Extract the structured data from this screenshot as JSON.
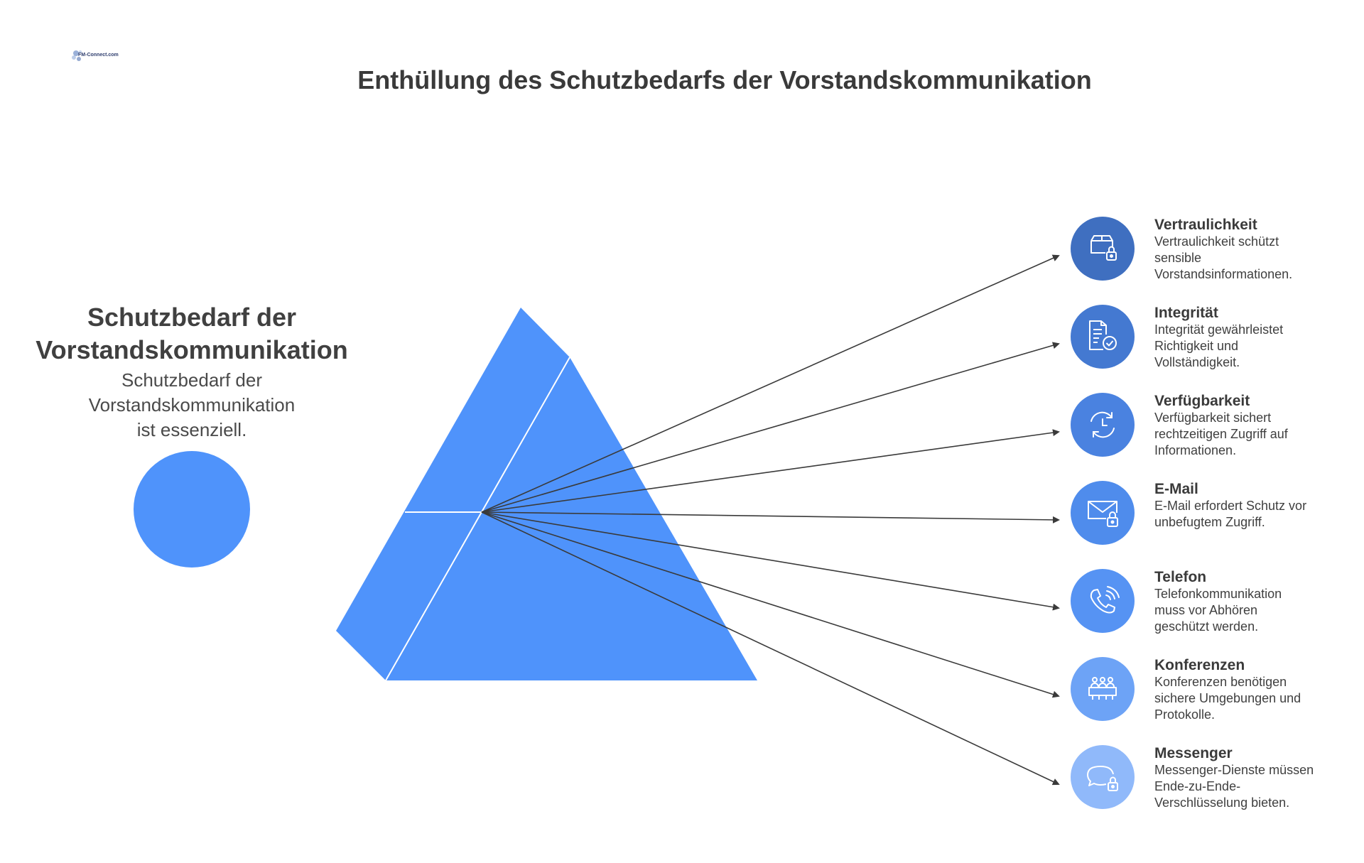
{
  "header": {
    "title": "Enthüllung des Schutzbedarfs der Vorstandskommunikation",
    "logo_text": "FM-Connect.com"
  },
  "left": {
    "heading_line1": "Schutzbedarf der",
    "heading_line2": "Vorstandskommunikation",
    "desc_line1": "Schutzbedarf der",
    "desc_line2": "Vorstandskommunikation",
    "desc_line3": "ist essenziell."
  },
  "colors": {
    "prism": "#4f93fb",
    "source_circle": "#4f93fb"
  },
  "items": [
    {
      "title": "Vertraulichkeit",
      "desc": [
        "Vertraulichkeit schützt",
        "sensible",
        "Vorstandsinformationen."
      ],
      "icon": "package-lock-icon",
      "color": "#3f6fc0"
    },
    {
      "title": "Integrität",
      "desc": [
        "Integrität gewährleistet",
        "Richtigkeit und",
        "Vollständigkeit."
      ],
      "icon": "document-check-icon",
      "color": "#4479d1"
    },
    {
      "title": "Verfügbarkeit",
      "desc": [
        "Verfügbarkeit sichert",
        "rechtzeitigen Zugriff auf",
        "Informationen."
      ],
      "icon": "clock-refresh-icon",
      "color": "#4a82e0"
    },
    {
      "title": "E-Mail",
      "desc": [
        "E-Mail erfordert Schutz vor",
        "unbefugtem Zugriff."
      ],
      "icon": "mail-lock-icon",
      "color": "#4f8cec"
    },
    {
      "title": "Telefon",
      "desc": [
        "Telefonkommunikation",
        "muss vor Abhören",
        "geschützt werden."
      ],
      "icon": "phone-ringing-icon",
      "color": "#5693f3"
    },
    {
      "title": "Konferenzen",
      "desc": [
        "Konferenzen benötigen",
        "sichere Umgebungen und",
        "Protokolle."
      ],
      "icon": "conference-table-icon",
      "color": "#6da3f6"
    },
    {
      "title": "Messenger",
      "desc": [
        "Messenger-Dienste müssen",
        "Ende-zu-Ende-",
        "Verschlüsselung bieten."
      ],
      "icon": "chat-lock-icon",
      "color": "#90b9fa"
    }
  ]
}
